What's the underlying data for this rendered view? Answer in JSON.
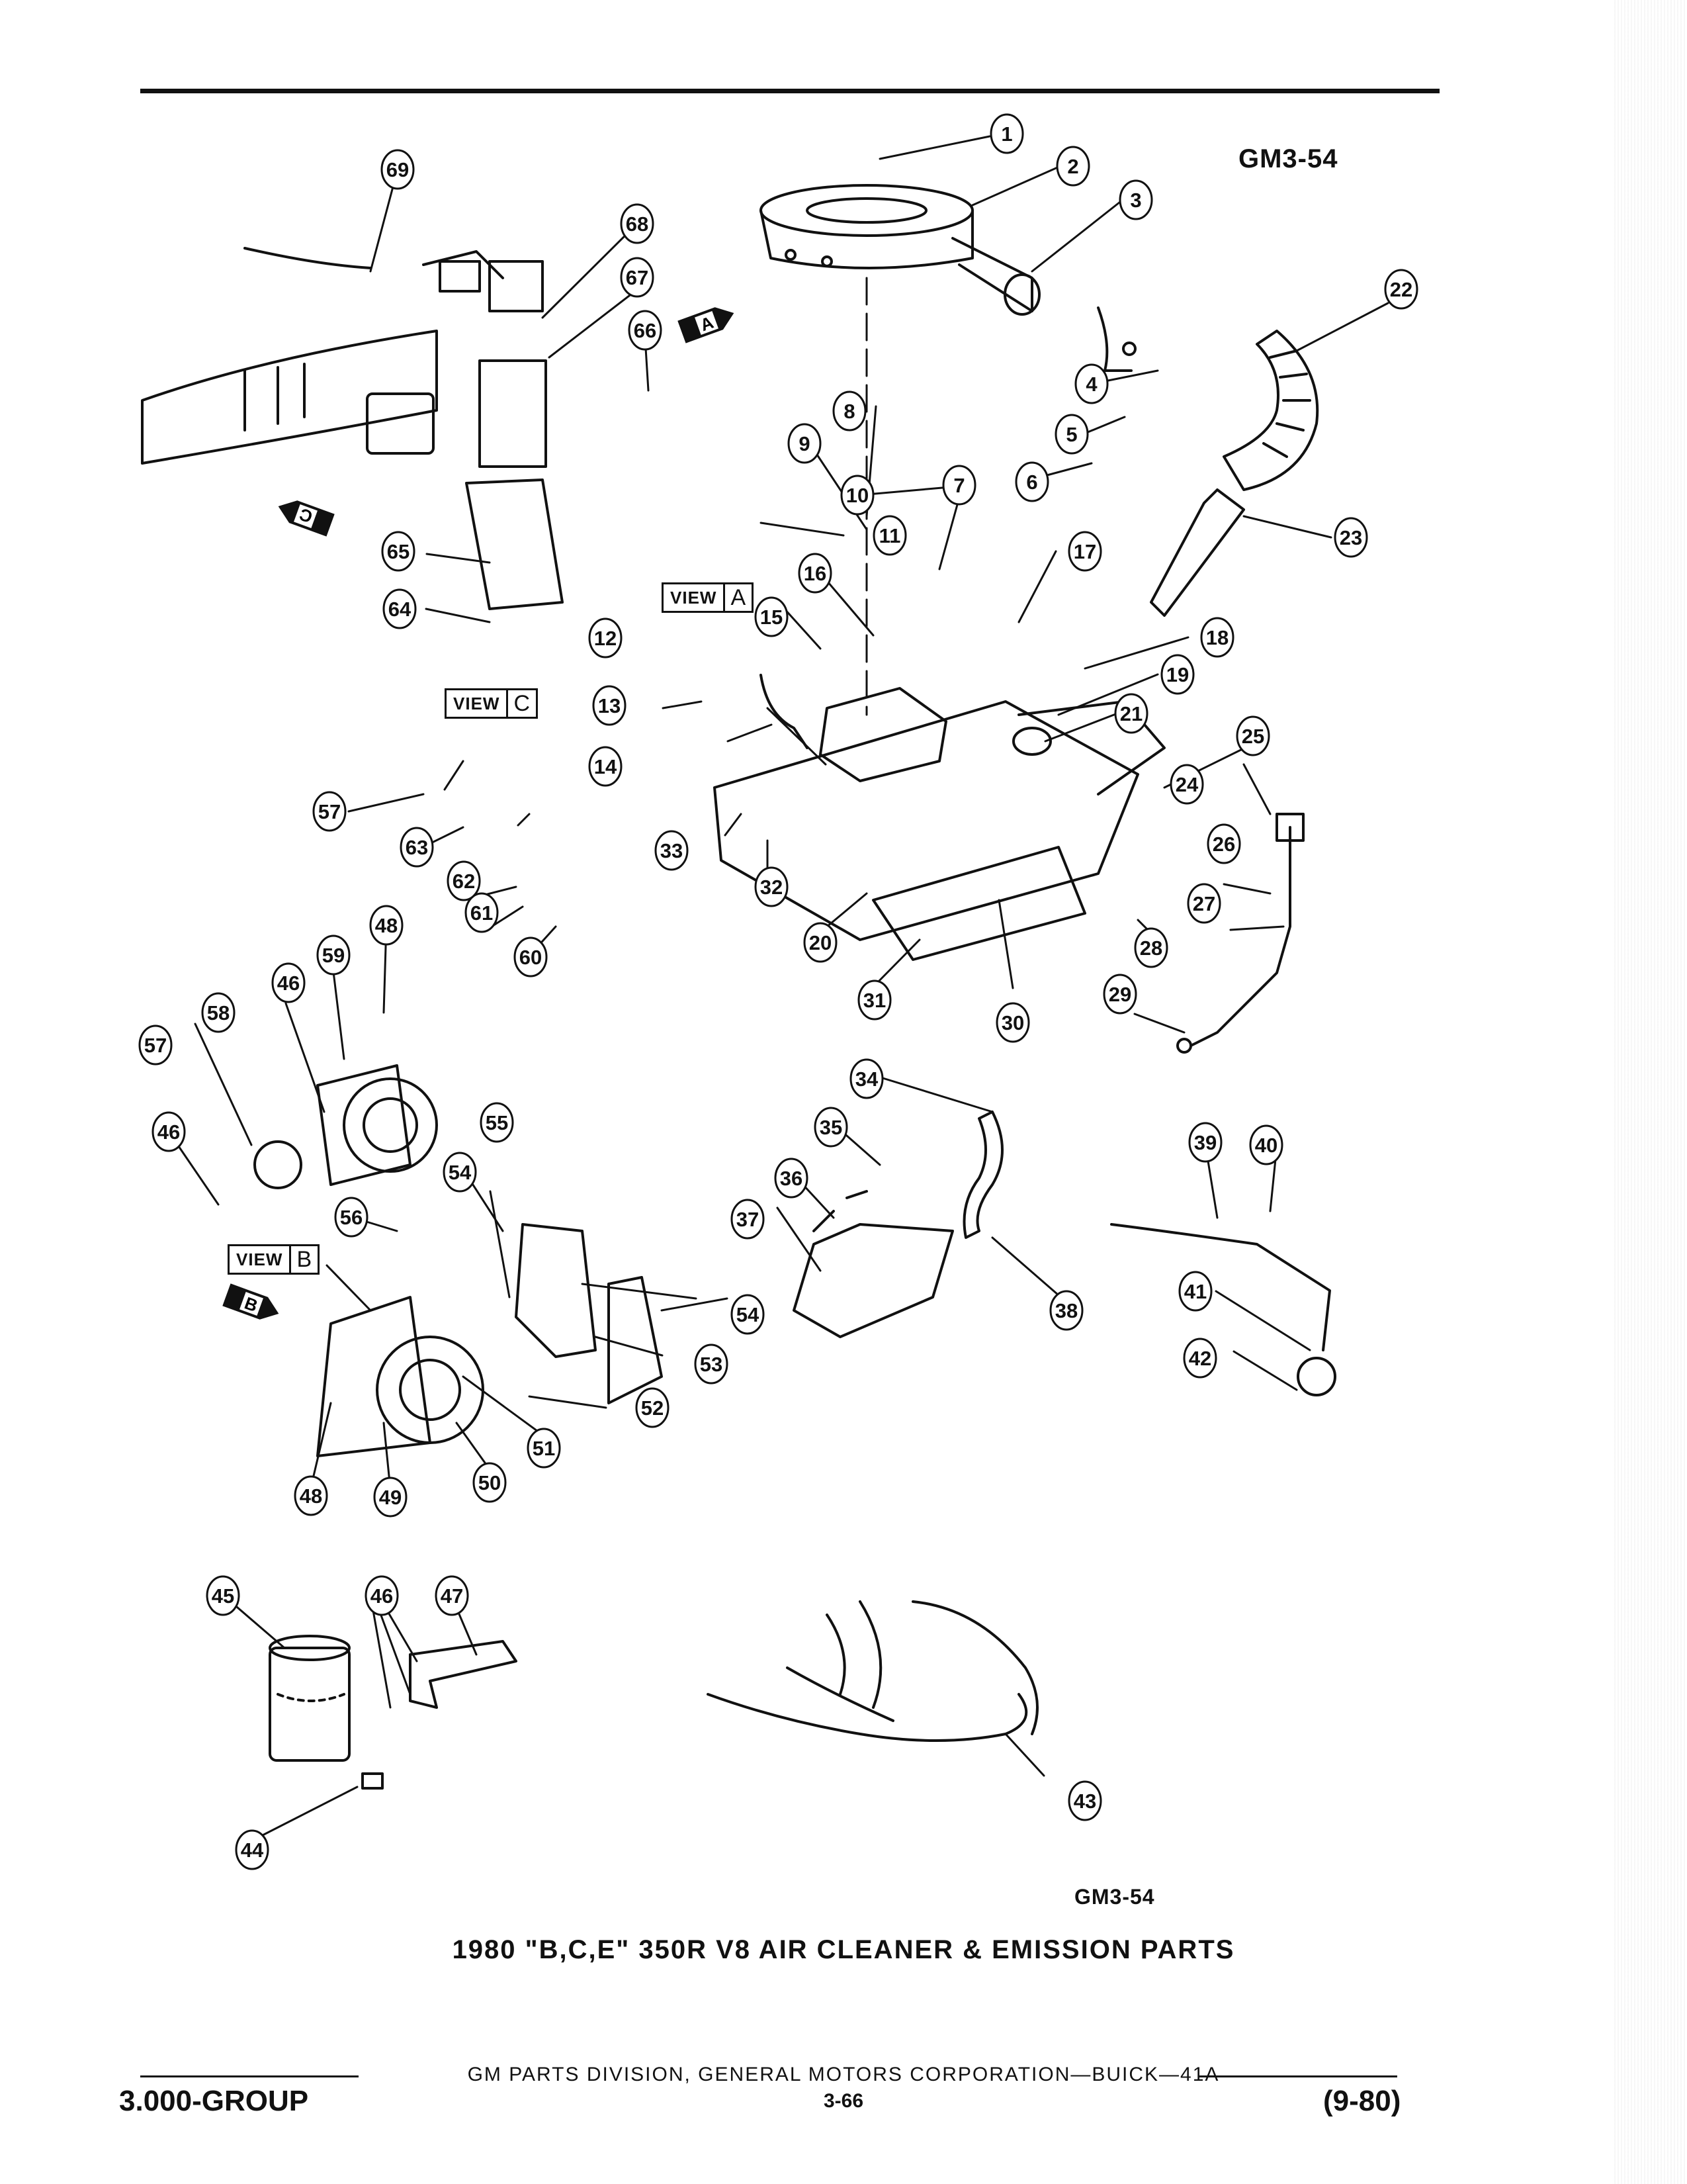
{
  "header": {
    "figure_code": "GM3-54"
  },
  "views": [
    {
      "word": "VIEW",
      "letter": "A"
    },
    {
      "word": "VIEW",
      "letter": "C"
    },
    {
      "word": "VIEW",
      "letter": "B"
    }
  ],
  "view_markers": [
    "A",
    "C",
    "B"
  ],
  "callouts": [
    "1",
    "2",
    "3",
    "4",
    "5",
    "6",
    "7",
    "8",
    "9",
    "10",
    "11",
    "12",
    "13",
    "14",
    "15",
    "16",
    "17",
    "18",
    "19",
    "20",
    "21",
    "22",
    "23",
    "24",
    "25",
    "26",
    "27",
    "28",
    "29",
    "30",
    "31",
    "32",
    "33",
    "34",
    "35",
    "36",
    "37",
    "38",
    "39",
    "40",
    "41",
    "42",
    "43",
    "44",
    "45",
    "46",
    "47",
    "48",
    "49",
    "50",
    "51",
    "52",
    "53",
    "54",
    "55",
    "56",
    "57",
    "58",
    "59",
    "60",
    "61",
    "62",
    "63",
    "64",
    "65",
    "66",
    "67",
    "68",
    "69"
  ],
  "callouts_repeat": {
    "46": 3,
    "48": 2,
    "54": 2,
    "57": 2
  },
  "figure_code_bottom": "GM3-54",
  "title": "1980 \"B,C,E\" 350R V8 AIR CLEANER & EMISSION PARTS",
  "footer": {
    "division": "GM PARTS DIVISION, GENERAL MOTORS CORPORATION—BUICK—41A",
    "group": "3.000-GROUP",
    "page": "3-66",
    "date": "(9-80)"
  },
  "colors": {
    "ink": "#111111",
    "paper": "#ffffff"
  }
}
